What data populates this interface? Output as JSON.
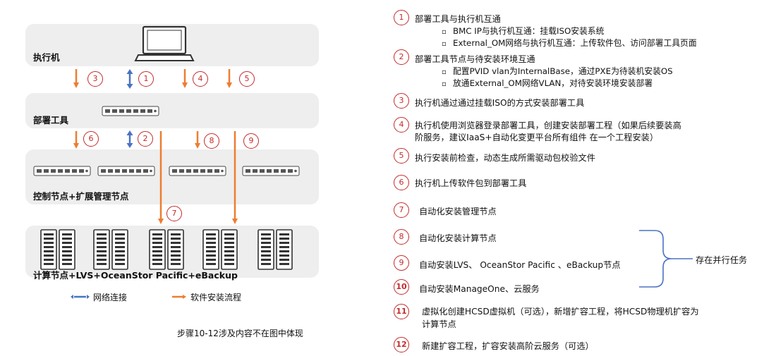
{
  "diagram": {
    "layers": {
      "executor": "执行机",
      "deploy_tool": "部署工具",
      "control": "控制节点+扩展管理节点",
      "compute": "计算节点+LVS+OceanStor Pacific+eBackup"
    },
    "arrow_numbers": {
      "a3": "3",
      "a1": "1",
      "a4": "4",
      "a5": "5",
      "a6": "6",
      "a2": "2",
      "a8": "8",
      "a9": "9",
      "a7": "7"
    },
    "legend": {
      "network": "网络连接",
      "software": "软件安装流程"
    },
    "footnote": "步骤10-12涉及内容不在图中体现",
    "colors": {
      "network": "#4a72c4",
      "software": "#ed7d31",
      "step_circle": "#c42a2a",
      "band": "#eeeeee"
    },
    "icons": [
      "laptop-icon",
      "rack-server-icon",
      "tower-server-icon"
    ]
  },
  "steps": [
    {
      "num": "1",
      "text": "部署工具与执行机互通",
      "subs": [
        "BMC IP与执行机互通：挂载ISO安装系统",
        "External_OM网络与执行机互通：上传软件包、访问部署工具页面"
      ]
    },
    {
      "num": "2",
      "text": "部署工具节点与待安装环境互通",
      "subs": [
        "配置PVID vlan为InternalBase，通过PXE为待装机安装OS",
        "放通External_OM网络VLAN，对待安装环境安装部署"
      ]
    },
    {
      "num": "3",
      "text": "执行机通过通过挂载ISO的方式安装部署工具"
    },
    {
      "num": "4",
      "text": "执行机使用浏览器登录部署工具，创建安装部署工程（如果后续要装高",
      "text2": "阶服务，建议IaaS+自动化变更平台所有组件 在一个工程安装）"
    },
    {
      "num": "5",
      "text": "执行安装前检查，动态生成所需驱动包校验文件"
    },
    {
      "num": "6",
      "text": "执行机上传软件包到部署工具"
    },
    {
      "num": "7",
      "text": "自动化安装管理节点"
    },
    {
      "num": "8",
      "text": "自动化安装计算节点"
    },
    {
      "num": "9",
      "text": "自动安装LVS、 OceanStor Pacific 、eBackup节点"
    },
    {
      "num": "10",
      "text": "自动安装ManageOne、云服务"
    },
    {
      "num": "11",
      "text": "虚拟化创建HCSD虚拟机（可选），新增扩容工程，将HCSD物理机扩容为",
      "text2": "计算节点"
    },
    {
      "num": "12",
      "text": "新建扩容工程，扩容安装高阶云服务（可选）"
    }
  ],
  "parallel_label": "存在并行任务"
}
